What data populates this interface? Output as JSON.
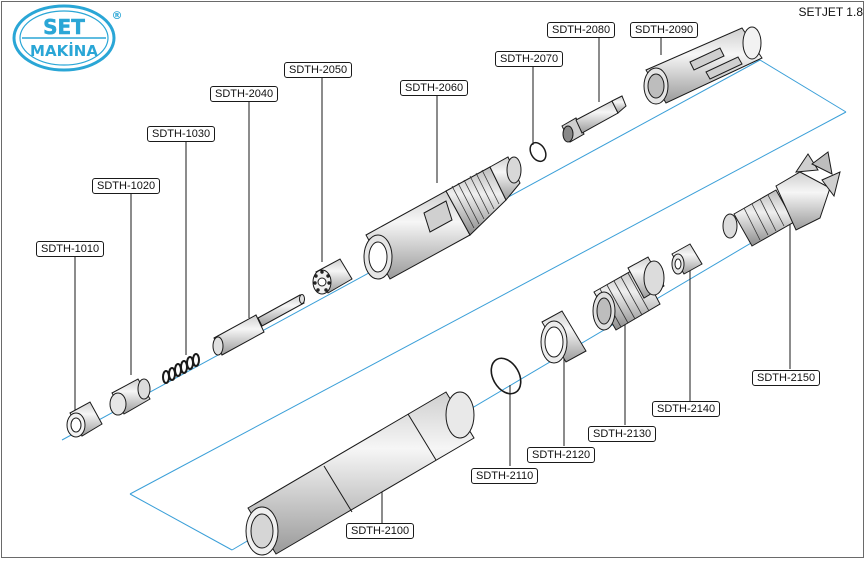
{
  "logo": {
    "line1": "SET",
    "line2": "MAKİNA",
    "registered": "®",
    "color": "#2aa6d6"
  },
  "model_label": "SETJET 1.8",
  "parts": [
    {
      "id": "p1010",
      "label": "SDTH-1010"
    },
    {
      "id": "p1020",
      "label": "SDTH-1020"
    },
    {
      "id": "p1030",
      "label": "SDTH-1030"
    },
    {
      "id": "p2040",
      "label": "SDTH-2040"
    },
    {
      "id": "p2050",
      "label": "SDTH-2050"
    },
    {
      "id": "p2060",
      "label": "SDTH-2060"
    },
    {
      "id": "p2070",
      "label": "SDTH-2070"
    },
    {
      "id": "p2080",
      "label": "SDTH-2080"
    },
    {
      "id": "p2090",
      "label": "SDTH-2090"
    },
    {
      "id": "p2100",
      "label": "SDTH-2100"
    },
    {
      "id": "p2110",
      "label": "SDTH-2110"
    },
    {
      "id": "p2120",
      "label": "SDTH-2120"
    },
    {
      "id": "p2130",
      "label": "SDTH-2130"
    },
    {
      "id": "p2140",
      "label": "SDTH-2140"
    },
    {
      "id": "p2150",
      "label": "SDTH-2150"
    }
  ],
  "colors": {
    "assembly_line": "#3a9fd8",
    "outline": "#1a1a1a",
    "part_fill": "#e9e9e9",
    "part_shade": "#a8a8a8"
  }
}
